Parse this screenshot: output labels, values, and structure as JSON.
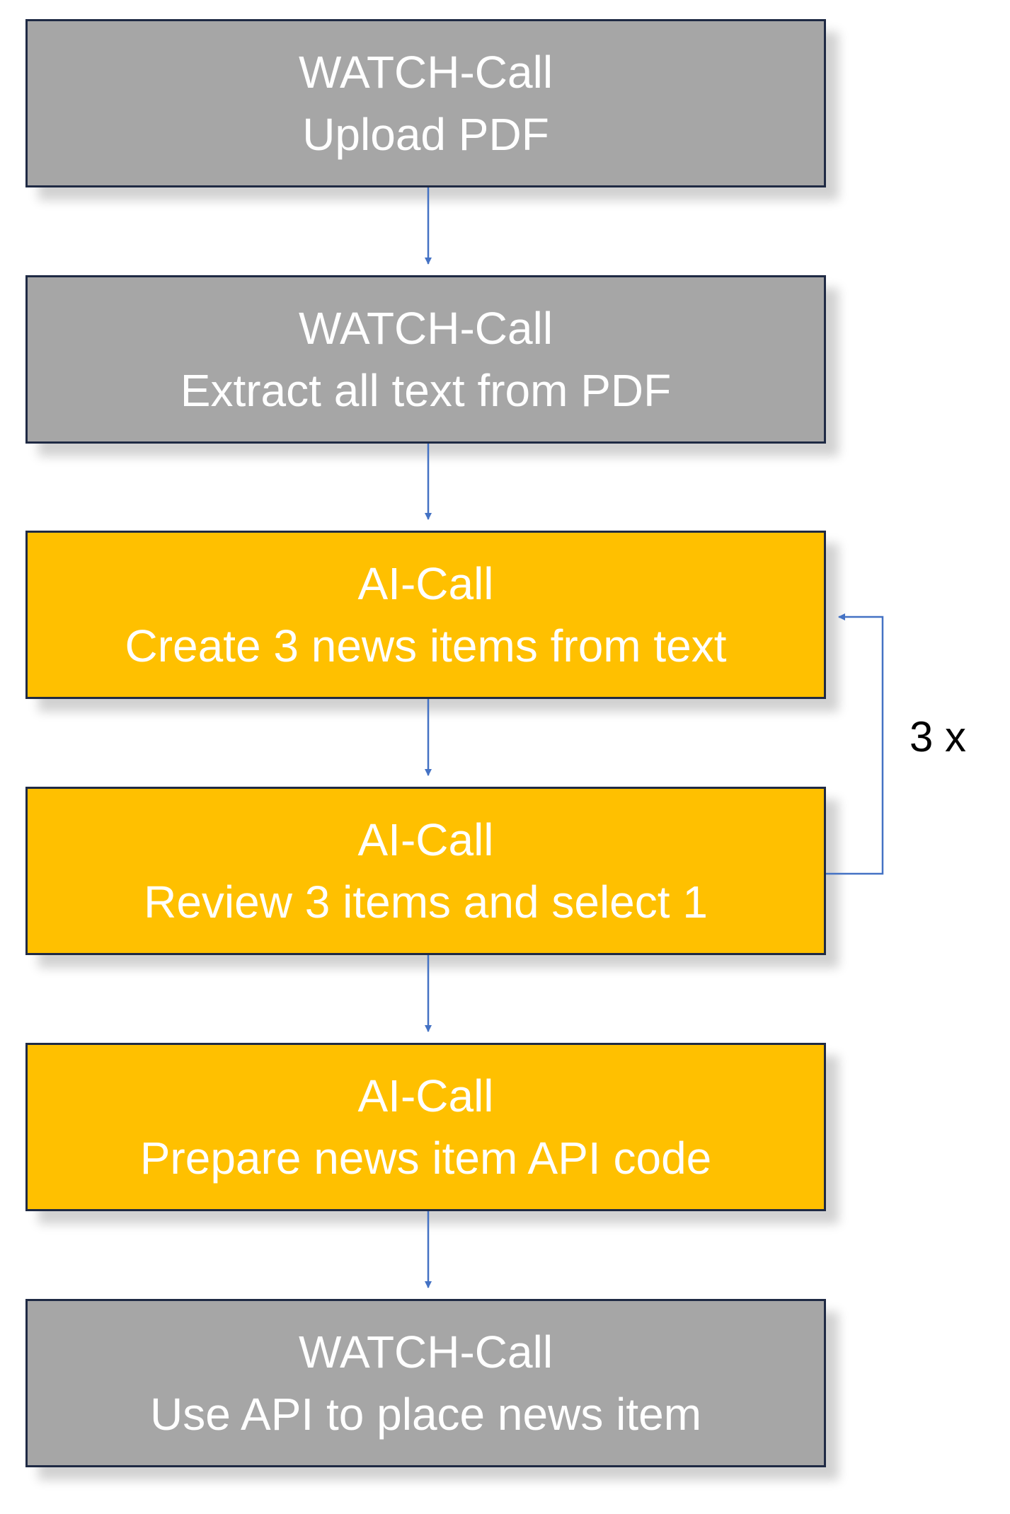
{
  "steps": [
    {
      "type": "watch",
      "line1": "WATCH-Call",
      "line2": "Upload PDF"
    },
    {
      "type": "watch",
      "line1": "WATCH-Call",
      "line2": "Extract all text from PDF"
    },
    {
      "type": "ai",
      "line1": "AI-Call",
      "line2": "Create 3 news items from text"
    },
    {
      "type": "ai",
      "line1": "AI-Call",
      "line2": "Review 3 items and select 1"
    },
    {
      "type": "ai",
      "line1": "AI-Call",
      "line2": "Prepare news item API code"
    },
    {
      "type": "watch",
      "line1": "WATCH-Call",
      "line2": "Use API to place news item"
    }
  ],
  "loop": {
    "label": "3 x",
    "from_step": 4,
    "to_step": 3
  },
  "colors": {
    "watch_fill": "#a6a6a6",
    "ai_fill": "#ffc000",
    "border": "#1f2a44",
    "arrow": "#4472c4",
    "text": "#ffffff"
  }
}
